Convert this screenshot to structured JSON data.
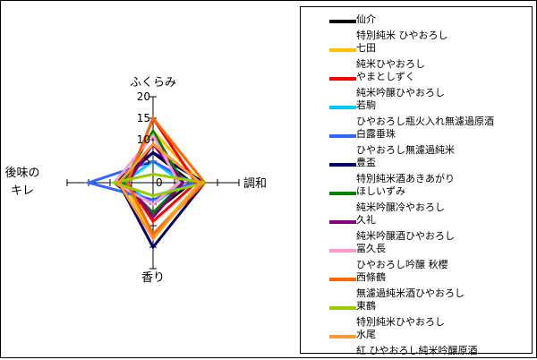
{
  "chart_data": {
    "type": "radar",
    "axes": [
      {
        "key": "up",
        "label_lines": [
          "ふくらみ"
        ]
      },
      {
        "key": "right",
        "label_lines": [
          "調和"
        ]
      },
      {
        "key": "down",
        "label_lines": [
          "香り"
        ]
      },
      {
        "key": "left",
        "label_lines": [
          "後味の",
          "キレ"
        ]
      }
    ],
    "rlim": [
      0,
      20
    ],
    "ticks": [
      0,
      5,
      10,
      15,
      20
    ],
    "series": [
      {
        "name": "仙介",
        "sub": "特別純米 ひやおろし",
        "color": "#000000",
        "values": [
          7,
          9,
          7,
          9
        ]
      },
      {
        "name": "七田",
        "sub": "純米ひやおろし",
        "color": "#ffc000",
        "values": [
          12,
          11,
          12,
          7
        ]
      },
      {
        "name": "やまとしずく",
        "sub": "純米吟醸ひやおろし",
        "color": "#ff0000",
        "values": [
          15,
          10,
          9,
          6
        ]
      },
      {
        "name": "若駒",
        "sub": "ひやおろし瓶火入れ無濾過原酒",
        "color": "#00ccff",
        "values": [
          5,
          7,
          5,
          7
        ]
      },
      {
        "name": "白露垂珠",
        "sub": "ひやおろし無濾過純米",
        "color": "#3366ff",
        "values": [
          5,
          9,
          4,
          15
        ]
      },
      {
        "name": "豊盃",
        "sub": "特別純米酒あきあがり",
        "color": "#000066",
        "values": [
          7,
          12,
          15,
          8
        ]
      },
      {
        "name": "ほしいずみ",
        "sub": "純米吟醸冷やおろし",
        "color": "#008000",
        "values": [
          12,
          7,
          7,
          7
        ]
      },
      {
        "name": "久礼",
        "sub": "純米吟醸酒ひやおろし",
        "color": "#800080",
        "values": [
          9,
          7,
          8,
          6
        ]
      },
      {
        "name": "冨久長",
        "sub": "ひやおろし吟醸 秋櫻",
        "color": "#ff99cc",
        "values": [
          11,
          6,
          5,
          9
        ]
      },
      {
        "name": "西條鶴",
        "sub": "無濾過純米酒ひやおろし",
        "color": "#ff6600",
        "values": [
          15,
          12,
          12,
          6
        ]
      },
      {
        "name": "東鶴",
        "sub": "特別純米ひやおろし",
        "color": "#99cc00",
        "values": [
          2,
          12,
          3,
          9
        ]
      },
      {
        "name": "水尾",
        "sub": "紅 ひやおろし純米吟醸原酒",
        "color": "#ff9933",
        "values": [
          9,
          11,
          13,
          8
        ]
      }
    ]
  }
}
